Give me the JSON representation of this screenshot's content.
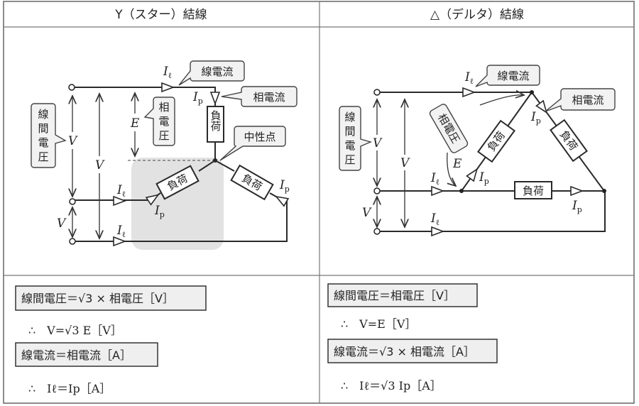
{
  "star": {
    "title": "Y（スター）結線",
    "line_voltage_label": [
      "線",
      "間",
      "電",
      "圧"
    ],
    "phase_voltage_label": [
      "相",
      "電",
      "圧"
    ],
    "line_current_label": "線電流",
    "phase_current_label": "相電流",
    "neutral_label": "中性点",
    "load_label": "負荷",
    "formula1": "線間電圧＝√3 × 相電圧［V］",
    "result1": "∴　V=√3 E［V］",
    "formula2": "線電流＝相電流［A］",
    "result2": "∴　Iℓ＝Ip［A］"
  },
  "delta": {
    "title": "△（デルタ）結線",
    "line_voltage_label": [
      "線",
      "間",
      "電",
      "圧"
    ],
    "phase_voltage_label": "相電圧",
    "line_current_label": "線電流",
    "phase_current_label": "相電流",
    "load_label": "負荷",
    "formula1": "線間電圧＝相電圧［V］",
    "result1": "∴　V=E［V］",
    "formula2": "線電流＝√3 × 相電流［A］",
    "result2": "∴　Iℓ＝√3 Ip［A］"
  },
  "symbols": {
    "V": "V",
    "E": "E",
    "I": "I",
    "l": "ℓ",
    "p": "p"
  }
}
